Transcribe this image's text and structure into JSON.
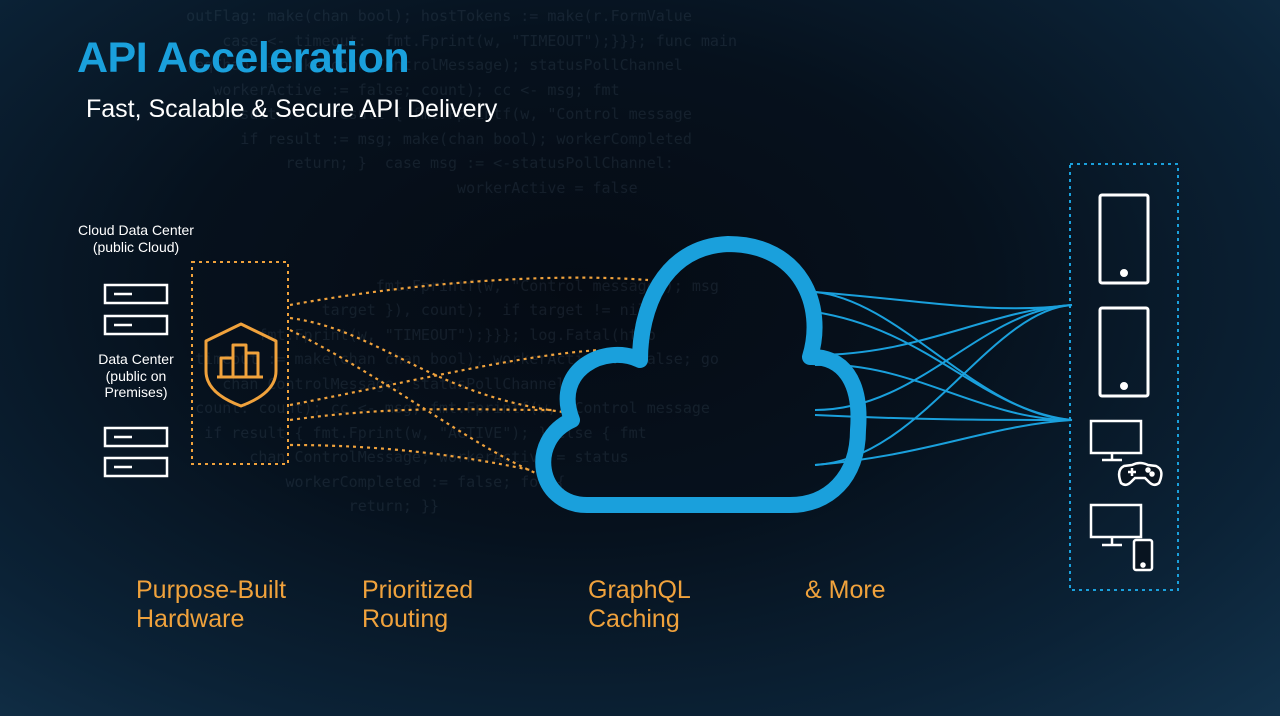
{
  "title": "API Acceleration",
  "subtitle": "Fast, Scalable & Secure API Delivery",
  "sources": {
    "cloud_label": "Cloud Data Center (public Cloud)",
    "onprem_label": "Data Center (public on Premises)"
  },
  "features": [
    {
      "line1": "Purpose-Built",
      "line2": "Hardware"
    },
    {
      "line1": "Prioritized",
      "line2": "Routing"
    },
    {
      "line1": "GraphQL",
      "line2": "Caching"
    },
    {
      "line1": "& More",
      "line2": ""
    }
  ],
  "colors": {
    "accent_blue": "#1aa0dc",
    "accent_orange": "#f0a23c",
    "text_white": "#ffffff"
  },
  "icons": {
    "gateway": "building-shield-icon",
    "cloud": "cloud-icon",
    "devices": [
      "tablet-icon",
      "tablet-icon",
      "monitor-gamepad-icon",
      "monitor-phone-icon"
    ]
  }
}
